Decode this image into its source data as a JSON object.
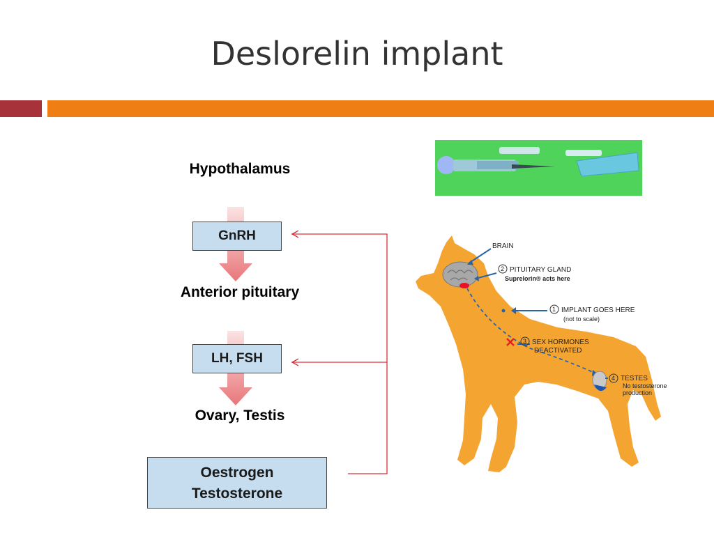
{
  "title": "Deslorelin implant",
  "flow": {
    "hypothalamus": "Hypothalamus",
    "gnrh": "GnRH",
    "anterior_pituitary": "Anterior pituitary",
    "lh_fsh": "LH, FSH",
    "ovary_testis": "Ovary, Testis",
    "oestrogen": "Oestrogen",
    "testosterone": "Testosterone"
  },
  "dog_diagram": {
    "brain": "BRAIN",
    "step2_num": "2",
    "pituitary": "PITUITARY GLAND",
    "suprelorin_note": "Suprelorin® acts here",
    "step1_num": "1",
    "implant": "IMPLANT GOES HERE",
    "not_to_scale": "(not to scale)",
    "step3_num": "3",
    "sex_hormones": "SEX HORMONES",
    "deactivated": "DEACTIVATED",
    "step4_num": "4",
    "testes": "TESTES",
    "no_testosterone": "No testosterone",
    "production": "production"
  },
  "colors": {
    "accent_red": "#a8323a",
    "accent_orange": "#ef7f14",
    "box_fill": "#c6ddef",
    "feedback_line": "#d9303a",
    "dog_body": "#f4a531"
  }
}
